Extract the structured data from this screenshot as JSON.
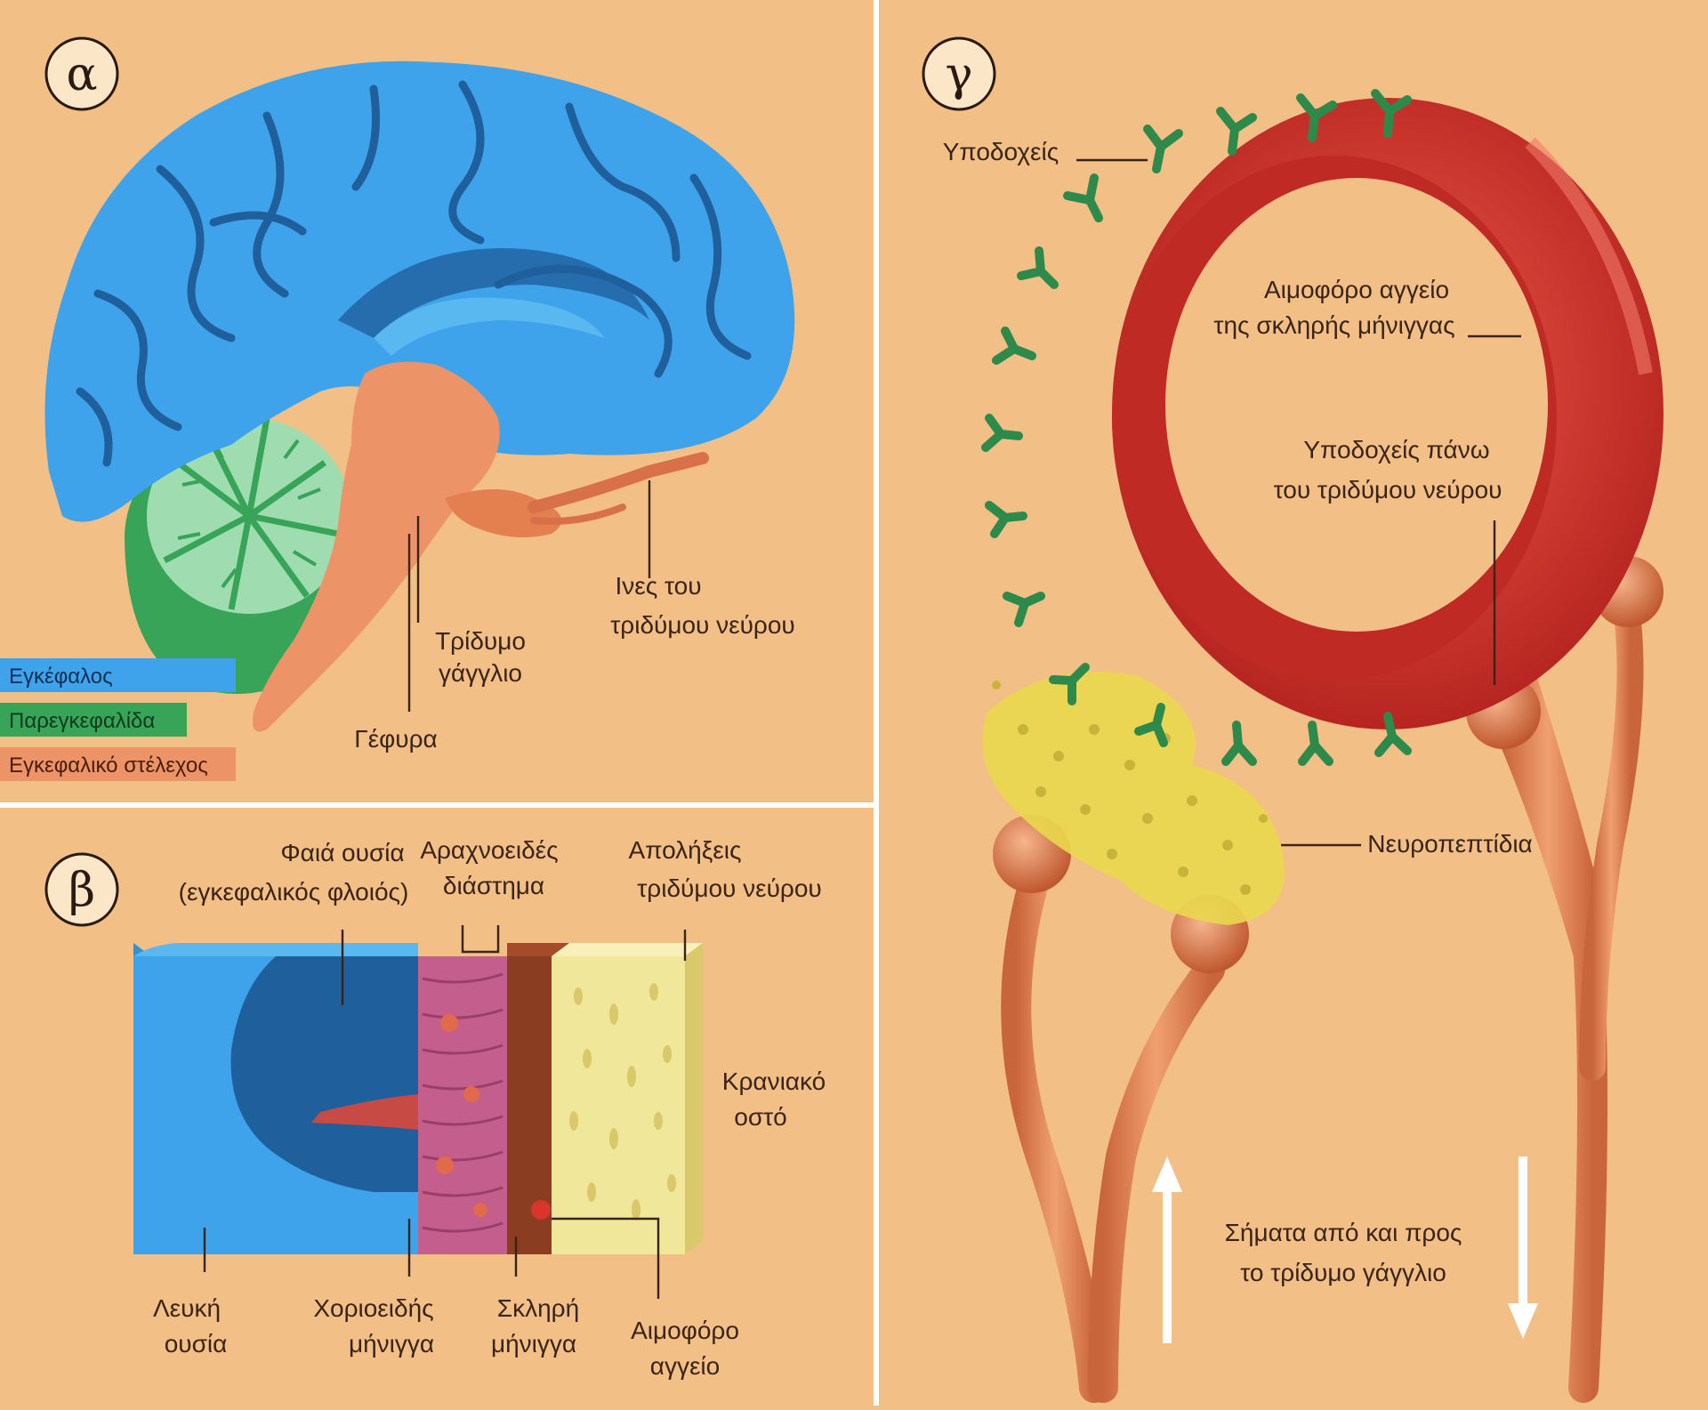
{
  "colors": {
    "background": "#f2bf86",
    "divider": "#ffffff",
    "cerebrum": "#3ea3ea",
    "cerebrum_dark": "#1f5f9c",
    "cerebellum": "#37a458",
    "brainstem": "#ec9468",
    "vessel": "#d8352d",
    "antibody": "#2d8a4a",
    "neuropeptide": "#e9d84e",
    "dura": "#8a3d20",
    "arachnoid": "#c45e8c",
    "skull": "#f1e79a",
    "arrow": "#ffffff"
  },
  "panel_a": {
    "badge": "α",
    "labels": {
      "ganglion": [
        "Τρίδυμο",
        "γάγγλιο"
      ],
      "nerve_fibers": [
        "Ινες του",
        "τριδύμου νεύρου"
      ],
      "pons": "Γέφυρα"
    },
    "legend": [
      {
        "text": "Εγκέφαλος",
        "color": "#3ea3ea"
      },
      {
        "text": "Παρεγκεφαλίδα",
        "color": "#37a458"
      },
      {
        "text": "Εγκεφαλικό στέλεχος",
        "color": "#ec9468"
      }
    ]
  },
  "panel_b": {
    "badge": "β",
    "labels": {
      "gray_matter": [
        "Φαιά ουσία",
        "(εγκεφαλικός φλοιός)"
      ],
      "arachnoid_space": [
        "Αραχνοειδές",
        "διάστημα"
      ],
      "nerve_branches": [
        "Απολήξεις",
        "τριδύμου νεύρου"
      ],
      "skull": [
        "Κρανιακό",
        "οστό"
      ],
      "white_matter": [
        "Λευκή",
        "ουσία"
      ],
      "pia": [
        "Χοριοειδής",
        "μήνιγγα"
      ],
      "dura": [
        "Σκληρή",
        "μήνιγγα"
      ],
      "vessel": [
        "Αιμοφόρο",
        "αγγείο"
      ]
    }
  },
  "panel_g": {
    "badge": "γ",
    "labels": {
      "receptors": "Υποδοχείς",
      "vessel_of_dura": [
        "Αιμοφόρο αγγείο",
        "της σκληρής μήνιγγας"
      ],
      "nerve_receptors": [
        "Υποδοχείς πάνω",
        "του τριδύμου νεύρου"
      ],
      "neuropeptides": "Νευροπεπτίδια",
      "signals": [
        "Σήματα από και προς",
        "το τρίδυμο γάγγλιο"
      ]
    }
  }
}
